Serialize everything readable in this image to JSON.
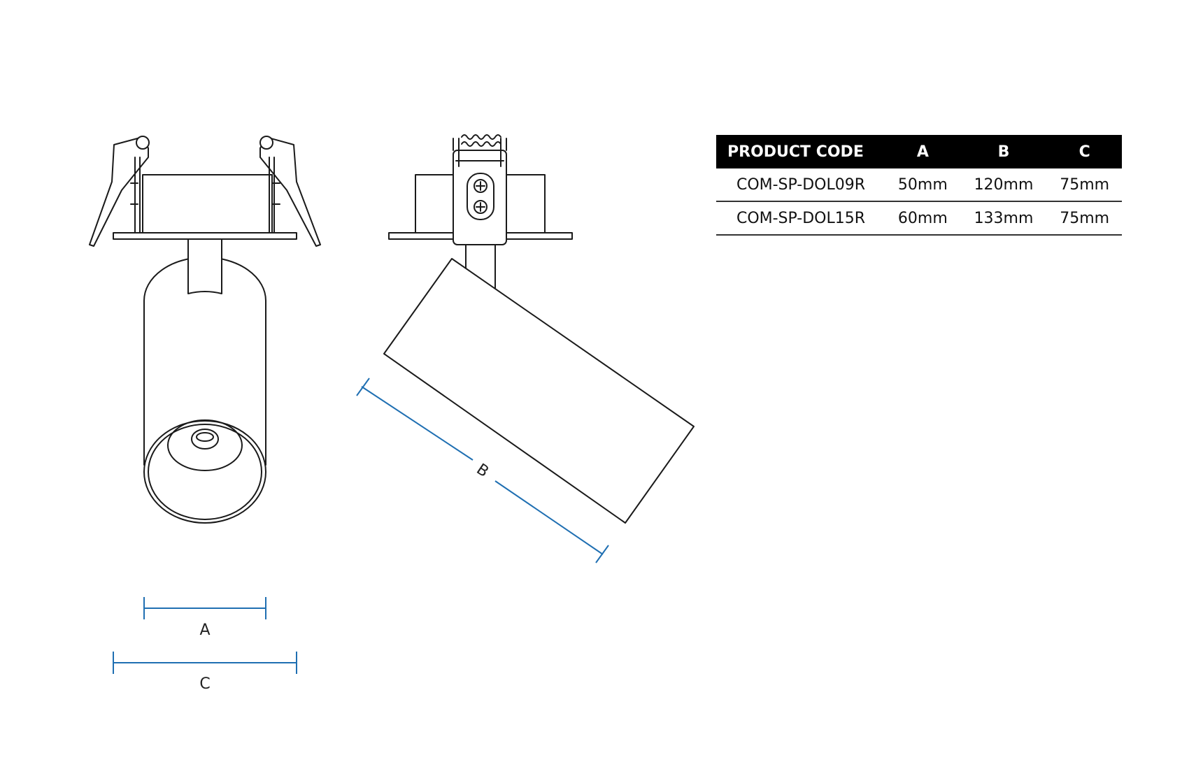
{
  "dimensions": {
    "a_label": "A",
    "b_label": "B",
    "c_label": "C"
  },
  "table": {
    "headers": [
      "PRODUCT CODE",
      "A",
      "B",
      "C"
    ],
    "rows": [
      [
        "COM-SP-DOL09R",
        "50mm",
        "120mm",
        "75mm"
      ],
      [
        "COM-SP-DOL15R",
        "60mm",
        "133mm",
        "75mm"
      ]
    ]
  },
  "colors": {
    "line": "#1a1a1a",
    "dimension": "#1f6fb2",
    "header_bg": "#000000"
  }
}
